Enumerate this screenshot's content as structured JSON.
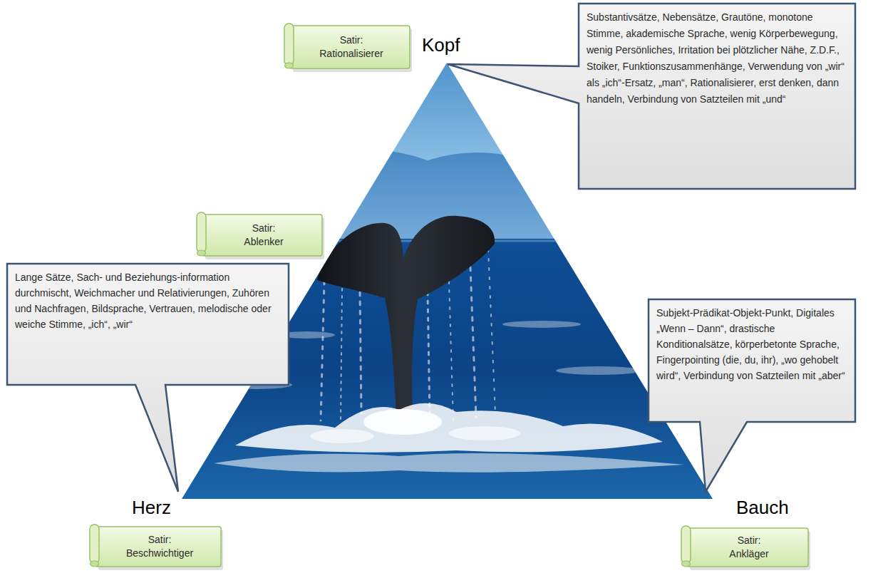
{
  "diagram": {
    "nodes": [
      {
        "text": [
          "Satir: Rationalisierer"
        ]
      },
      {
        "text": [
          "Substantivsätze, Nebensätze, Grautöne, monotone Stimme, akademische Sprache, wenig Körperbewegung, wenig Persönliches, Irritation bei plötzlicher Nähe, Z.D.F., Stoiker, Funktionszusammenhänge, Verwendung von „wir“ als „ich“-Ersatz, „man“, Rationalisierer, erst denken, dann handeln, Verbindung von Satzteilen mit „und“"
        ]
      },
      {
        "text": [
          "Satir: Ablenker"
        ]
      },
      {
        "text": [
          "Lange Sätze, Sach- und Beziehungs-information durchmischt, Weichmacher und Relativierungen, Zuhören und Nachfragen, Bildsprache, Vertrauen, melodische oder weiche Stimme, „ich“, „wir“"
        ]
      },
      {
        "text": [
          "Subjekt-Prädikat-Objekt-Punkt, Digitales „Wenn – Dann“, drastische Konditionalsätze, körperbetonte Sprache, Fingerpointing (die, du, ihr), „wo gehobelt wird“, Verbindung von Satzteilen mit „aber“"
        ]
      },
      {
        "text": [
          "Satir: Beschwichtiger"
        ]
      },
      {
        "text": [
          "Satir: Ankläger"
        ]
      }
    ],
    "labels": [
      "Kopf",
      "Herz",
      "Bauch"
    ]
  }
}
